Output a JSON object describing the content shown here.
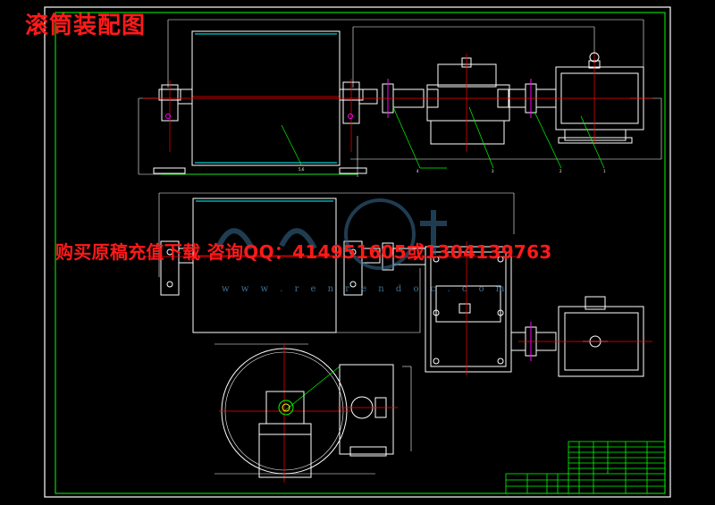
{
  "title": "滚筒装配图",
  "advert": "购买原稿充值下载 咨询QQ：414951605或1304139763",
  "watermark": {
    "url": "w w w . r e n r e n d o c . c o m",
    "logo_name": "人人文库"
  },
  "part_labels": [
    "4",
    "3",
    "2",
    "1",
    "5,6"
  ],
  "colors": {
    "outline": "#ffffff",
    "green": "#00ff00",
    "red": "#ff0000",
    "cyan": "#00ffff",
    "magenta": "#ff00ff",
    "yellow": "#ffff00",
    "title_red": "#ff1a1a"
  }
}
